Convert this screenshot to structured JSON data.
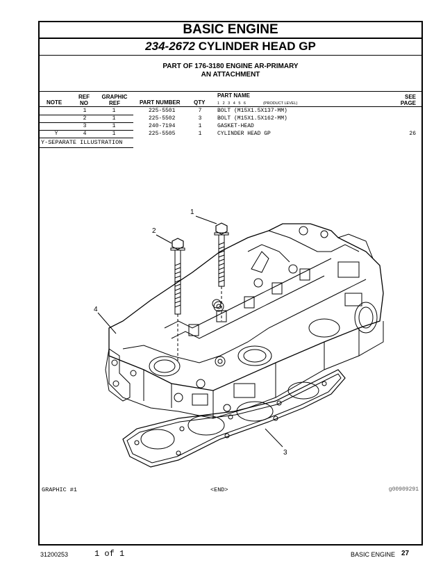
{
  "header": {
    "section": "BASIC ENGINE",
    "group_number": "234-2672",
    "group_name": " CYLINDER HEAD GP",
    "part_of_line1": "PART OF 176-3180 ENGINE AR-PRIMARY",
    "part_of_line2": "AN ATTACHMENT"
  },
  "columns": {
    "note": "NOTE",
    "ref_top": "REF",
    "ref_bottom": "NO",
    "graphic_top": "GRAPHIC",
    "graphic_bottom": "REF",
    "part_number": "PART NUMBER",
    "qty": "QTY",
    "part_name": "PART NAME",
    "levels": "1  2  3  4  5  6",
    "product_level": "(PRODUCT LEVEL)",
    "see_top": "SEE",
    "see_bottom": "PAGE"
  },
  "parts": [
    {
      "note": "",
      "ref": "1",
      "graphic": "1",
      "part_number": "225-5501",
      "qty": "7",
      "name": "BOLT (M15X1.5X137-MM)",
      "page": ""
    },
    {
      "note": "",
      "ref": "2",
      "graphic": "1",
      "part_number": "225-5502",
      "qty": "3",
      "name": "BOLT (M15X1.5X162-MM)",
      "page": ""
    },
    {
      "note": "",
      "ref": "3",
      "graphic": "1",
      "part_number": "240-7194",
      "qty": "1",
      "name": "GASKET-HEAD",
      "page": ""
    },
    {
      "note": "Y",
      "ref": "4",
      "graphic": "1",
      "part_number": "225-5505",
      "qty": "1",
      "name": "CYLINDER HEAD GP",
      "page": "26"
    }
  ],
  "note_legend": "Y-SEPARATE ILLUSTRATION",
  "graphic": {
    "callouts": [
      "1",
      "2",
      "3",
      "4"
    ],
    "label": "GRAPHIC #1",
    "end": "<END>",
    "id": "g00909291"
  },
  "page_footer": {
    "doc_number": "31200253",
    "page_of": "1 of 1",
    "section": "BASIC ENGINE",
    "page": "27"
  }
}
